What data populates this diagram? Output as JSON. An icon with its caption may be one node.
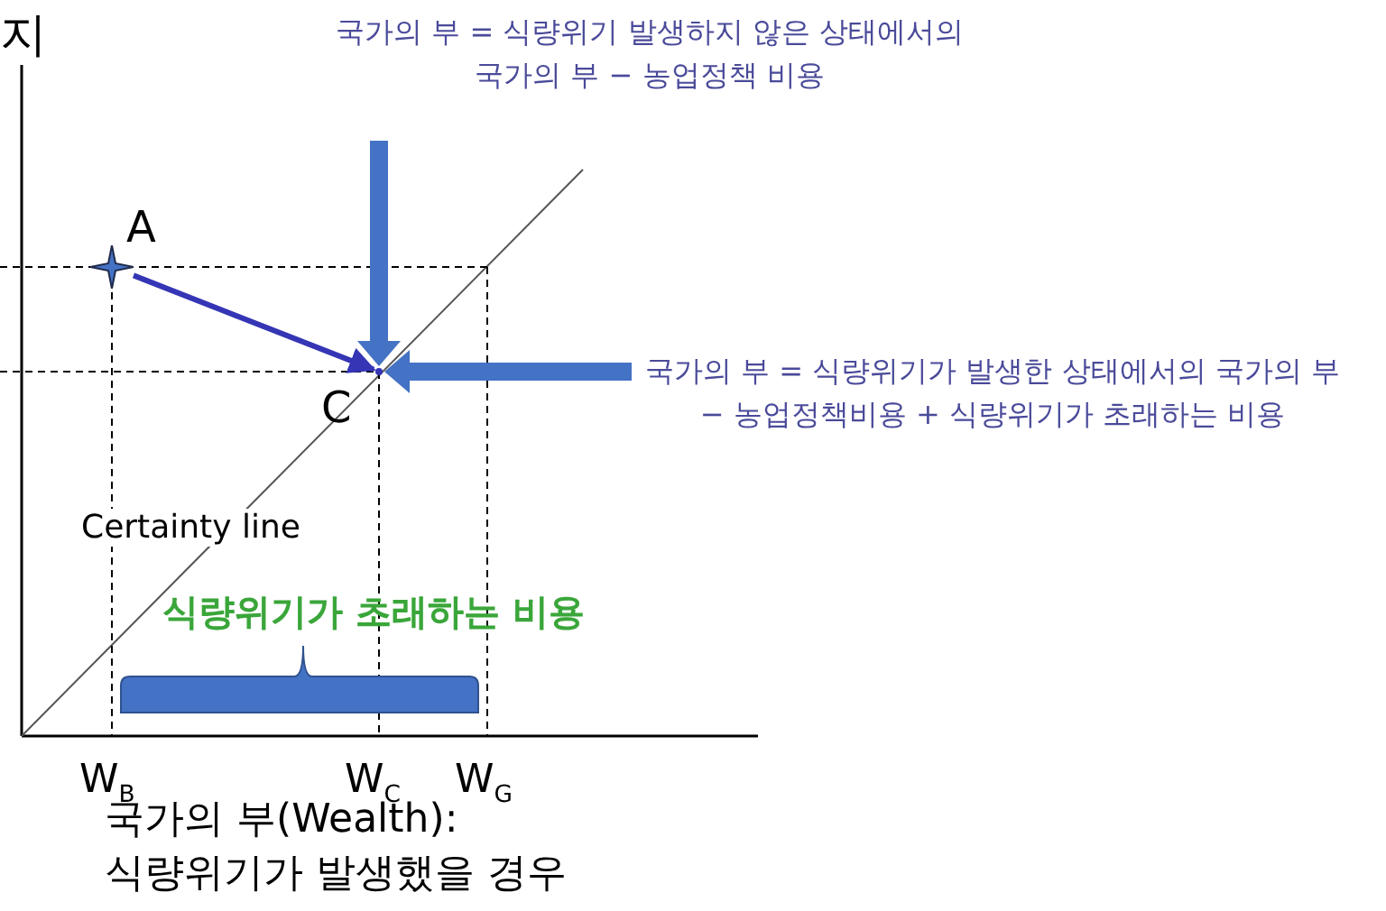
{
  "diagram": {
    "nodes": [
      {
        "text": [],
        "shape": "star",
        "beside": [
          "A"
        ]
      },
      {
        "text": [],
        "shape": "point",
        "beside": [
          "C"
        ]
      },
      {
        "text": [
          "국가의 부 = 식량위기 발생하지 않은 상태에서의 국가의 부 − 농업정책 비용"
        ]
      },
      {
        "text": [
          "국가의 부 = 식량위기가 발생한 상태에서의 국가의 부 − 농업정책비용 + 식량위기가 초래하는 비용"
        ]
      }
    ],
    "edges": [
      {
        "from": 0,
        "to": 1,
        "arrow": "to",
        "color": "#3535b5"
      },
      {
        "from": 2,
        "to": 1,
        "arrow": "to"
      },
      {
        "from": 3,
        "to": 1,
        "arrow": "to"
      }
    ],
    "labels": [
      "지",
      "Certainty line",
      "식량위기가 초래하는 비용",
      "W$_{B}$",
      "W$_{C}$",
      "W$_{G}$",
      "국가의 부(Wealth): 식량위기가 발생했을 경우"
    ]
  }
}
